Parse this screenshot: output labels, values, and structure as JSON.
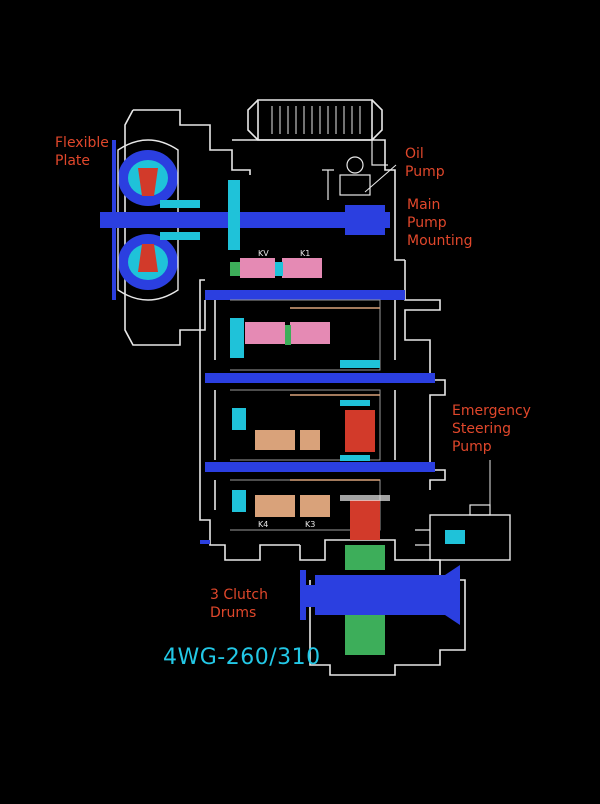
{
  "diagram": {
    "model_name": "4WG-260/310",
    "labels": {
      "flexible_plate": "Flexible\nPlate",
      "oil_pump": "Oil\nPump",
      "main_pump_mounting": "Main\nPump\nMounting",
      "emergency_steering_pump": "Emergency\nSteering\nPump",
      "clutch_drums": "3 Clutch\nDrums"
    },
    "clutch_marks": {
      "kv": "KV",
      "k1": "K1",
      "k4": "K4",
      "k3": "K3"
    }
  },
  "colors": {
    "background": "#000000",
    "outline": "#e8e8e8",
    "label": "#e0472b",
    "model": "#23c8e6",
    "shaft_blue": "#2b3fe0",
    "cyan": "#1fc2d9",
    "red": "#d23a2a",
    "green": "#3dae5a",
    "pink": "#e58ab4",
    "tan": "#d9a27a",
    "gray": "#9a9a9a"
  }
}
